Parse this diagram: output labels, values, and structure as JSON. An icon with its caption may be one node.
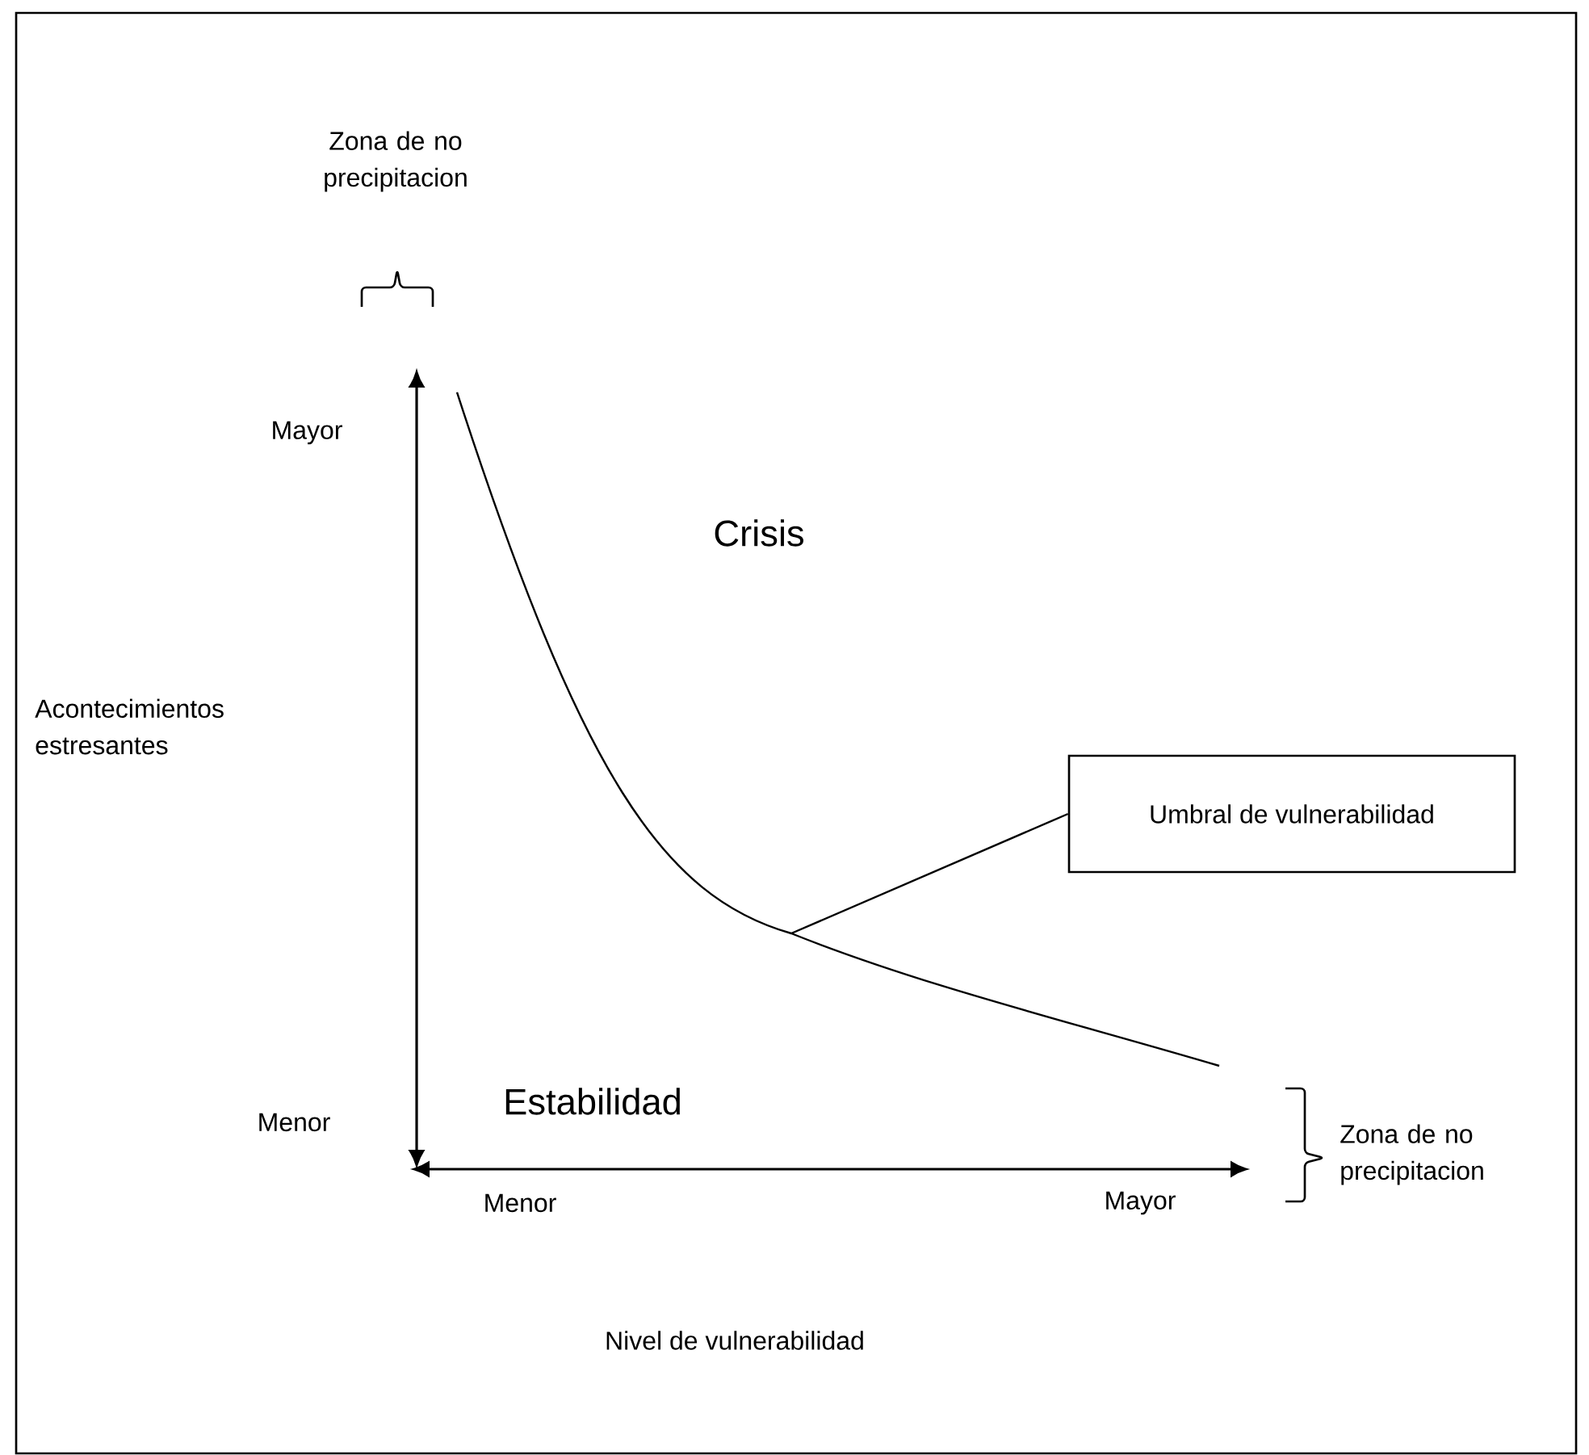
{
  "diagram": {
    "nodes": [
      {
        "text": [
          "Umbral de vulnerabilidad"
        ]
      },
      {
        "text": [],
        "shape": "curve"
      }
    ],
    "edges": [
      {
        "from": 0,
        "to": 1,
        "arrow": "none"
      }
    ],
    "labels": [
      "Zona de no precipitacion",
      "Mayor",
      "Crisis",
      "Acontecimientos estresantes",
      "Estabilidad",
      "Menor",
      "Zona de no precipitacion",
      "Menor",
      "Mayor",
      "Nivel de vulnerabilidad"
    ]
  }
}
